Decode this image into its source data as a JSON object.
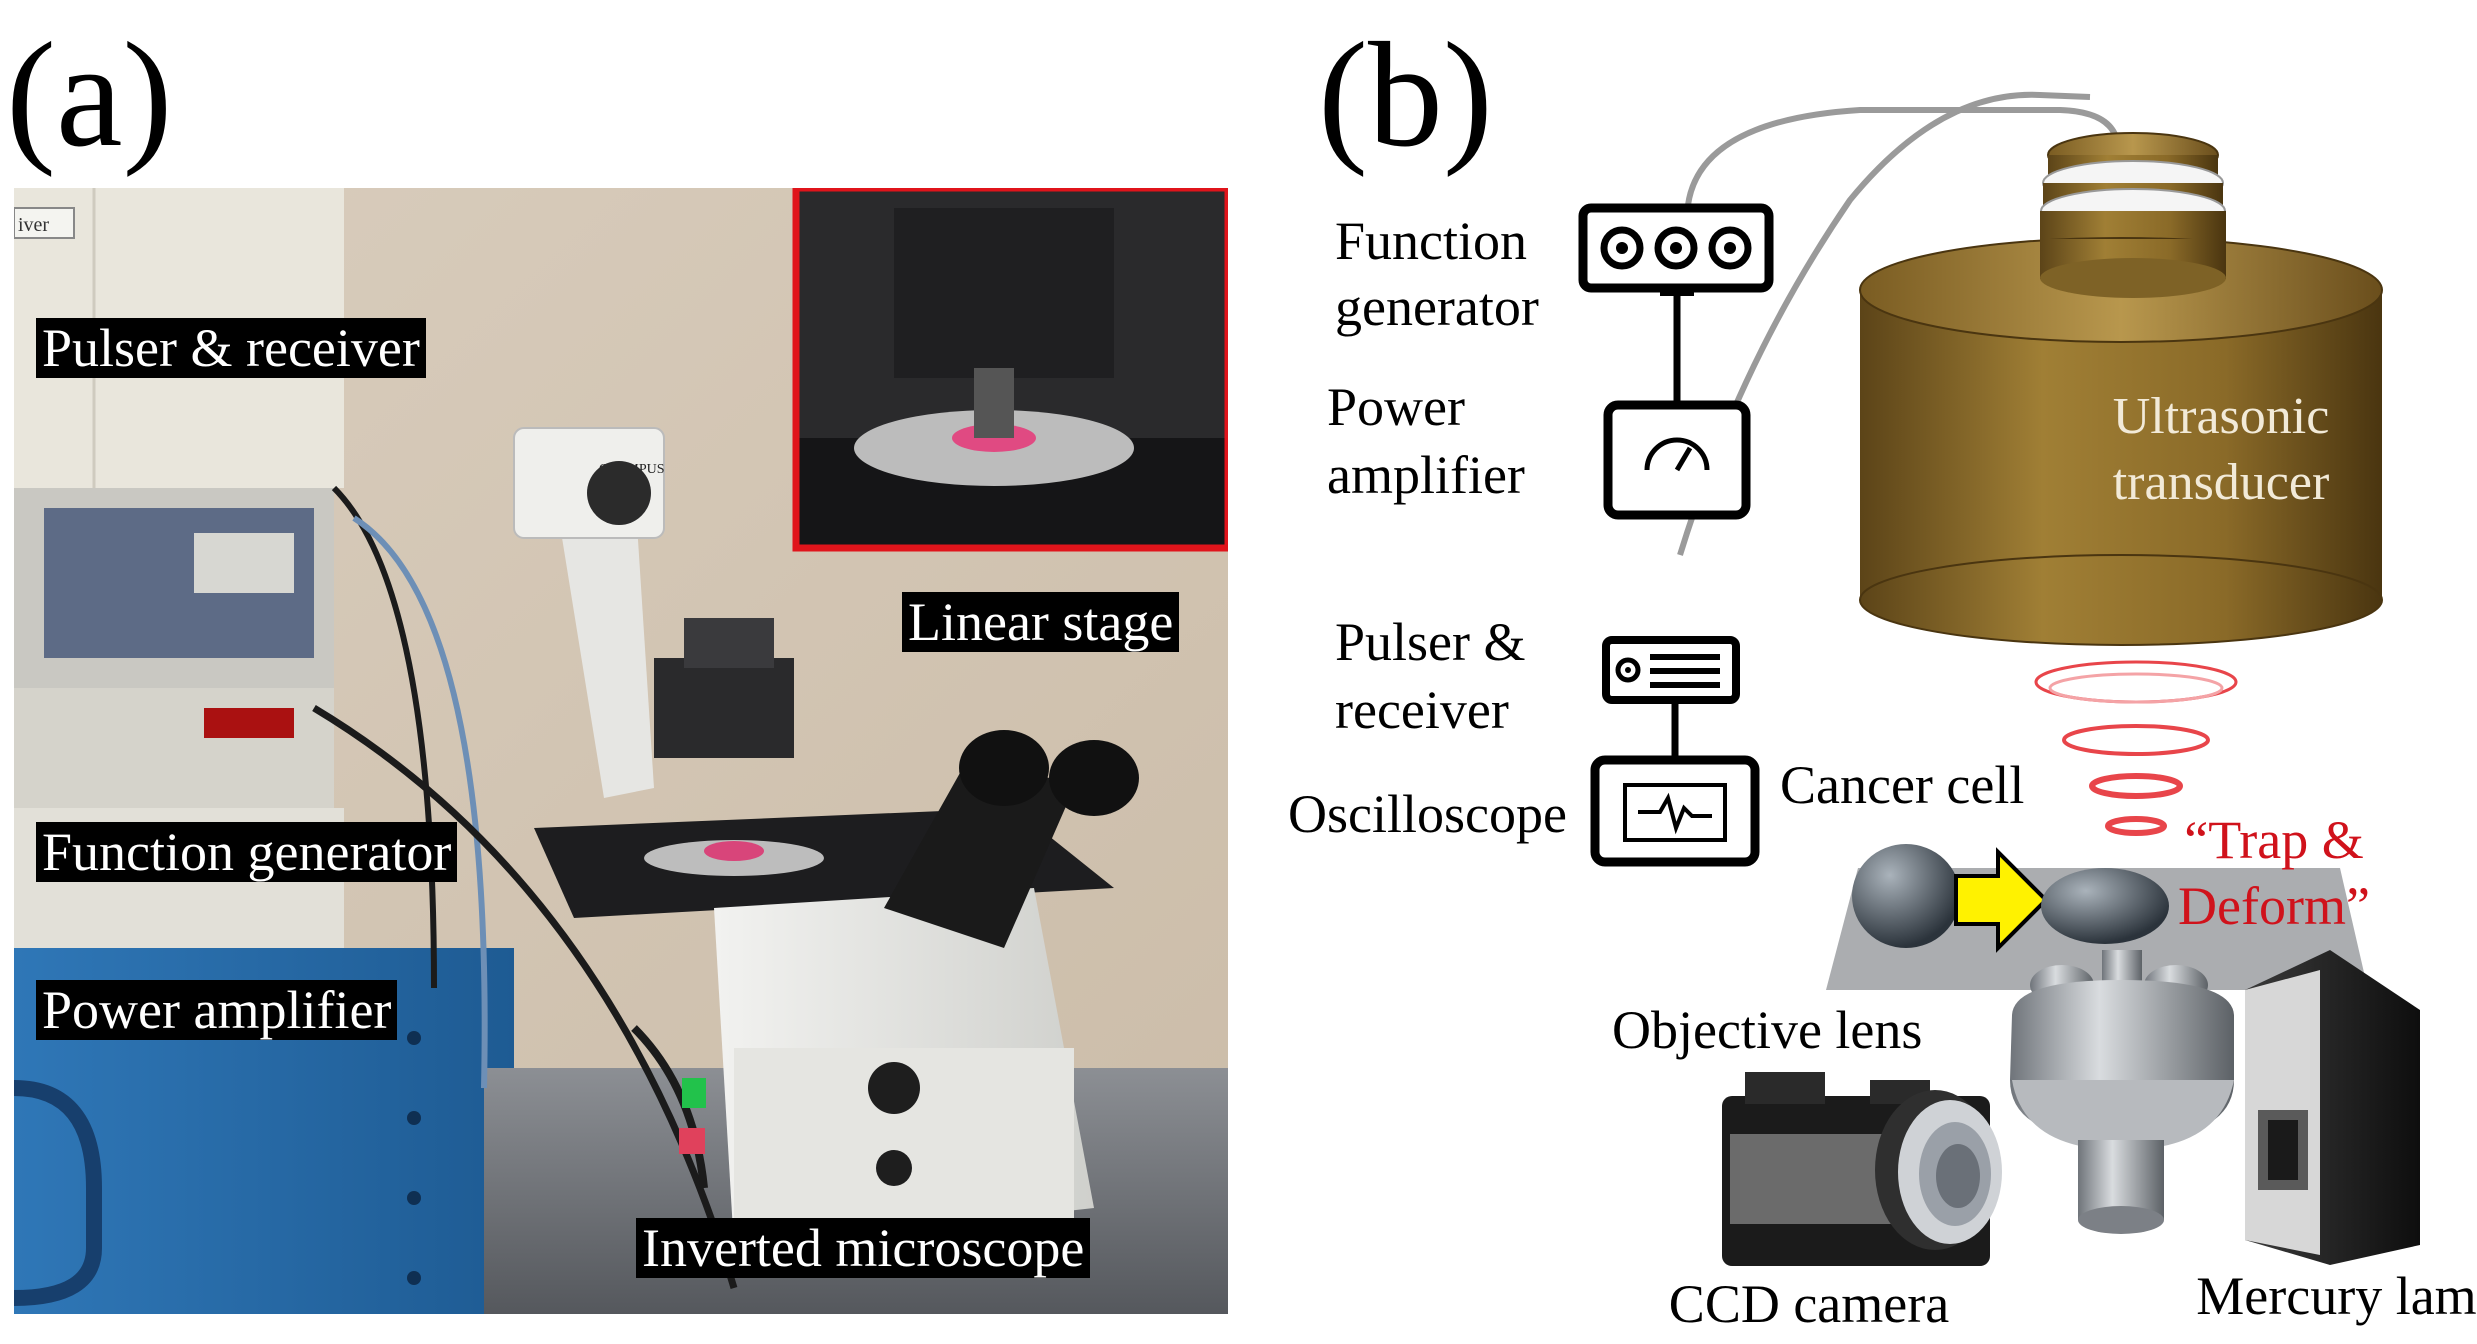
{
  "panels": {
    "a": {
      "letter": "(a)",
      "labels": {
        "pulser_receiver": "Pulser & receiver",
        "linear_stage": "Linear stage",
        "function_generator": "Function generator",
        "power_amplifier": "Power amplifier",
        "inverted_microscope": "Inverted microscope"
      },
      "photo_text": {
        "device_tag": "iver",
        "microscope_brand": "OLYMPUS"
      }
    },
    "b": {
      "letter": "(b)",
      "labels": {
        "function_generator_1": "Function",
        "function_generator_2": "generator",
        "power_amplifier_1": "Power",
        "power_amplifier_2": "amplifier",
        "pulser_receiver_1": "Pulser &",
        "pulser_receiver_2": "receiver",
        "oscilloscope": "Oscilloscope",
        "transducer_1": "Ultrasonic",
        "transducer_2": "transducer",
        "cancer_cell": "Cancer cell",
        "trap_deform_1": "“Trap &",
        "trap_deform_2": "Deform”",
        "objective_lens": "Objective lens",
        "ccd_camera": "CCD camera",
        "mercury_lamp": "Mercury lamp"
      }
    }
  },
  "colors": {
    "highlight_box": "#e0141b",
    "label_bg": "#000000",
    "transducer": "#8a6a2a",
    "wave_rings": "#e8454a",
    "arrow": "#fff200",
    "emphasis_text": "#d0121b"
  },
  "icons": [
    "dial-knob-icon",
    "gauge-icon",
    "waveform-icon",
    "speaker-icon"
  ]
}
